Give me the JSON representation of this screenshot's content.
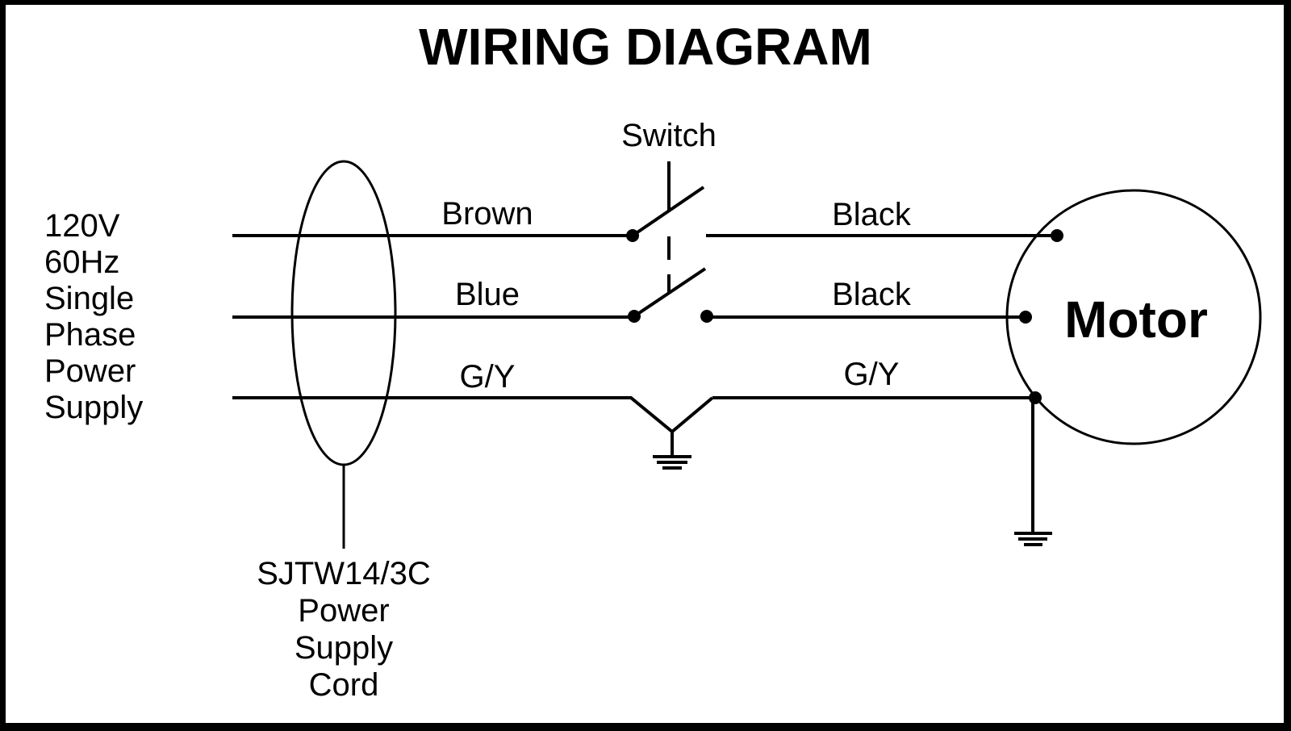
{
  "title": "WIRING DIAGRAM",
  "supply": {
    "lines": [
      "120V",
      "60Hz",
      "Single",
      "Phase",
      "Power",
      "Supply"
    ]
  },
  "cord": {
    "lines": [
      "SJTW14/3C",
      "Power",
      "Supply",
      "Cord"
    ]
  },
  "switch": {
    "label": "Switch"
  },
  "wires": {
    "input": [
      {
        "label": "Brown"
      },
      {
        "label": "Blue"
      },
      {
        "label": "G/Y"
      }
    ],
    "output": [
      {
        "label": "Black"
      },
      {
        "label": "Black"
      },
      {
        "label": "G/Y"
      }
    ]
  },
  "motor": {
    "label": "Motor"
  },
  "colors": {
    "ink": "#000000",
    "background": "#ffffff"
  }
}
